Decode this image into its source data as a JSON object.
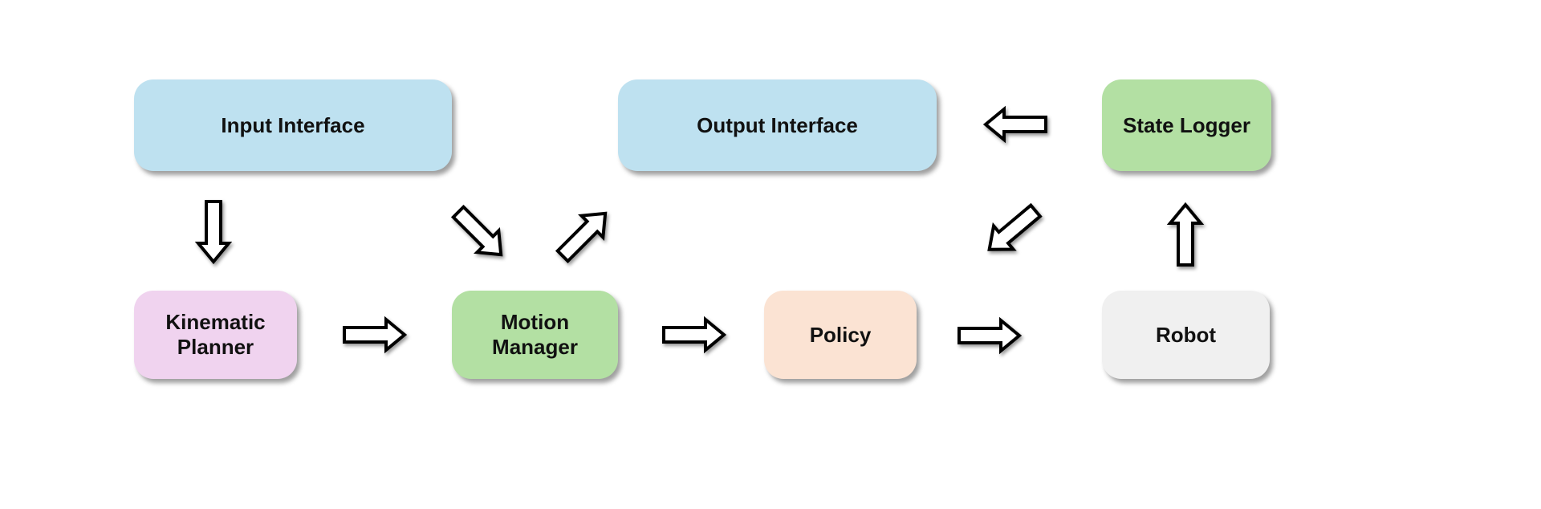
{
  "diagram": {
    "background_color": "#ffffff",
    "arrow_style": {
      "fill": "#ffffff",
      "outline": "#000000"
    },
    "text_color": "#111111",
    "nodes": [
      {
        "id": "input-interface",
        "label": "Input Interface",
        "color": "#BEE1F0"
      },
      {
        "id": "output-interface",
        "label": "Output Interface",
        "color": "#BEE1F0"
      },
      {
        "id": "state-logger",
        "label": "State Logger",
        "color": "#B3E0A3"
      },
      {
        "id": "kinematic-planner",
        "label": "Kinematic\nPlanner",
        "color": "#F0D3EF"
      },
      {
        "id": "motion-manager",
        "label": "Motion\nManager",
        "color": "#B3E0A3"
      },
      {
        "id": "policy",
        "label": "Policy",
        "color": "#FBE3D3"
      },
      {
        "id": "robot",
        "label": "Robot",
        "color": "#F0F0F0"
      }
    ],
    "connections": [
      {
        "from": "input-interface",
        "to": "kinematic-planner",
        "direction": "down"
      },
      {
        "from": "kinematic-planner",
        "to": "motion-manager",
        "direction": "right"
      },
      {
        "from": "input-interface",
        "to": "motion-manager",
        "direction": "down-right"
      },
      {
        "from": "motion-manager",
        "to": "output-interface",
        "direction": "up-right"
      },
      {
        "from": "motion-manager",
        "to": "policy",
        "direction": "right"
      },
      {
        "from": "policy",
        "to": "robot",
        "direction": "right"
      },
      {
        "from": "state-logger",
        "to": "output-interface",
        "direction": "left"
      },
      {
        "from": "state-logger",
        "to": "policy",
        "direction": "down-left"
      },
      {
        "from": "robot",
        "to": "state-logger",
        "direction": "up"
      }
    ]
  }
}
